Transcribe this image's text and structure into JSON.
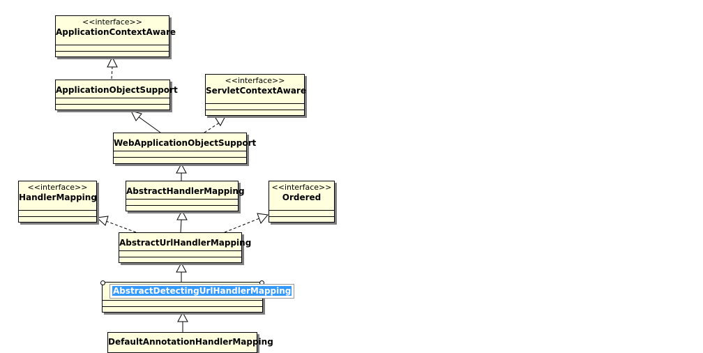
{
  "diagram": {
    "stereotype": "<<interface>>",
    "classes": {
      "application_context_aware": "ApplicationContextAware",
      "application_object_support": "ApplicationObjectSupport",
      "servlet_context_aware": "ServletContextAware",
      "web_application_object_support": "WebApplicationObjectSupport",
      "handler_mapping": "HandlerMapping",
      "abstract_handler_mapping": "AbstractHandlerMapping",
      "ordered": "Ordered",
      "abstract_url_handler_mapping": "AbstractUrlHandlerMapping",
      "abstract_detecting_url_handler_mapping": "AbstractDetectingUrlHandlerMapping",
      "default_annotation_handler_mapping": "DefaultAnnotationHandlerMapping"
    },
    "colors": {
      "class_fill": "#ffffdd",
      "selection_highlight": "#3399ff"
    }
  }
}
